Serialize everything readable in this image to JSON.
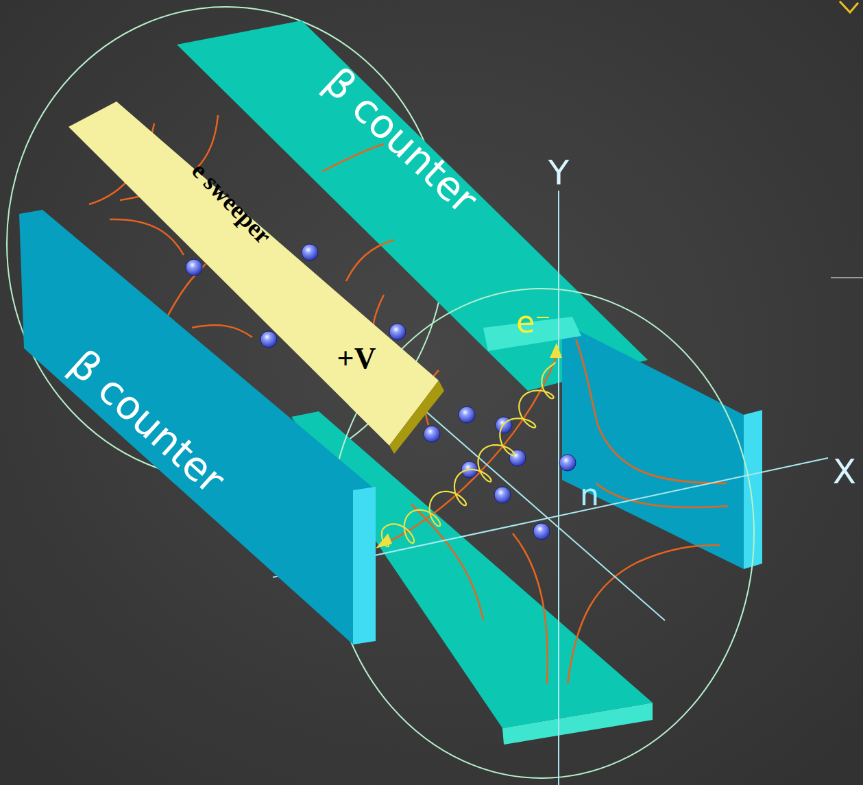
{
  "diagram": {
    "nodes": [
      {
        "text": [
          "β counter"
        ]
      },
      {
        "text": [
          "e sweeper",
          "+V"
        ]
      },
      {
        "text": [
          "β counter"
        ]
      }
    ],
    "labels": [
      "Y",
      "e⁻",
      "X",
      "n"
    ]
  }
}
